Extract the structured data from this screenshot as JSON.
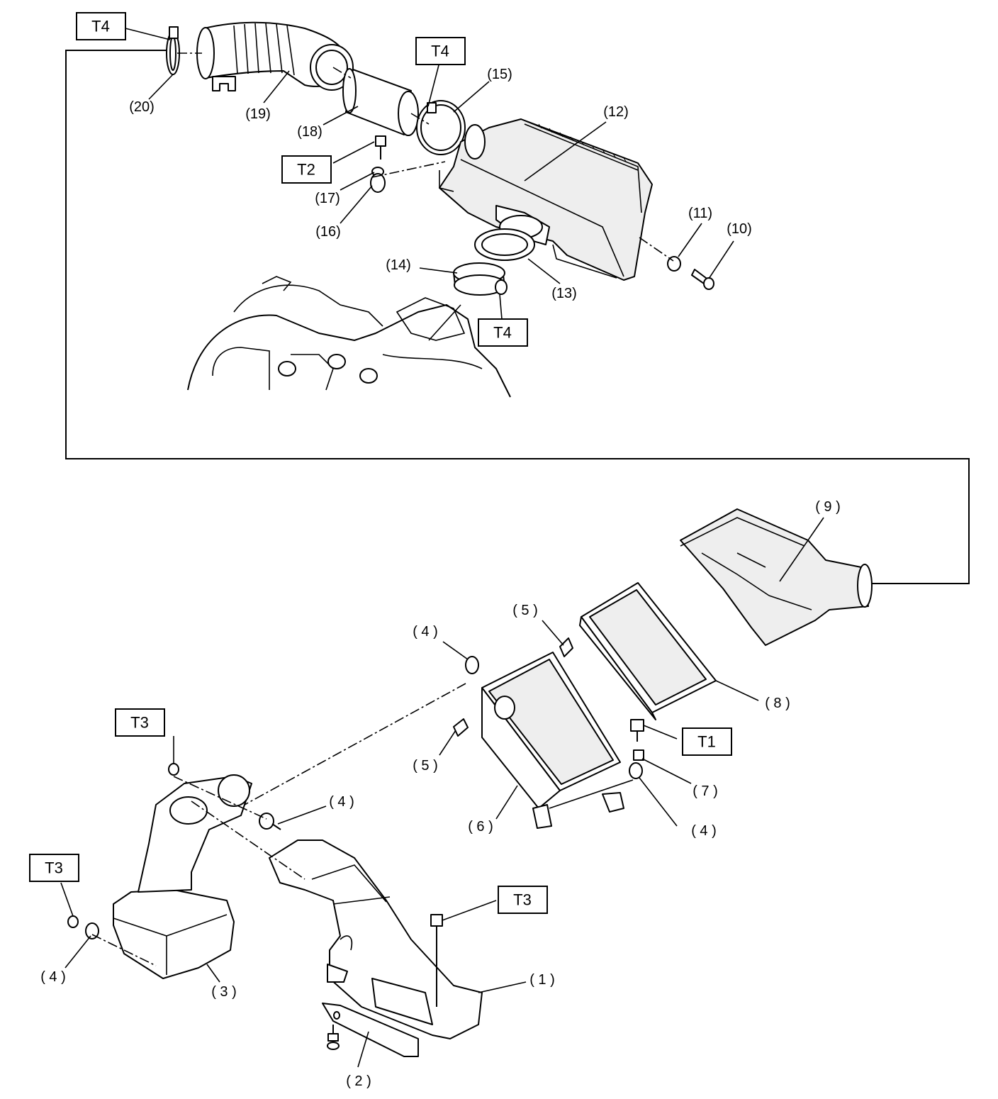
{
  "torque_labels": {
    "t1": "T1",
    "t2": "T2",
    "t3_a": "T3",
    "t3_b": "T3",
    "t3_c": "T3",
    "t4_a": "T4",
    "t4_b": "T4",
    "t4_c": "T4"
  },
  "part_numbers": {
    "p1": "( 1 )",
    "p2": "( 2 )",
    "p3": "( 3 )",
    "p4_a": "( 4 )",
    "p4_b": "( 4 )",
    "p4_c": "( 4 )",
    "p4_d": "( 4 )",
    "p5_a": "( 5 )",
    "p5_b": "( 5 )",
    "p6": "( 6 )",
    "p7": "( 7 )",
    "p8": "( 8 )",
    "p9": "( 9 )",
    "p10": "(10)",
    "p11": "(11)",
    "p12": "(12)",
    "p13": "(13)",
    "p14": "(14)",
    "p15": "(15)",
    "p16": "(16)",
    "p17": "(17)",
    "p18": "(18)",
    "p19": "(19)",
    "p20": "(20)"
  }
}
